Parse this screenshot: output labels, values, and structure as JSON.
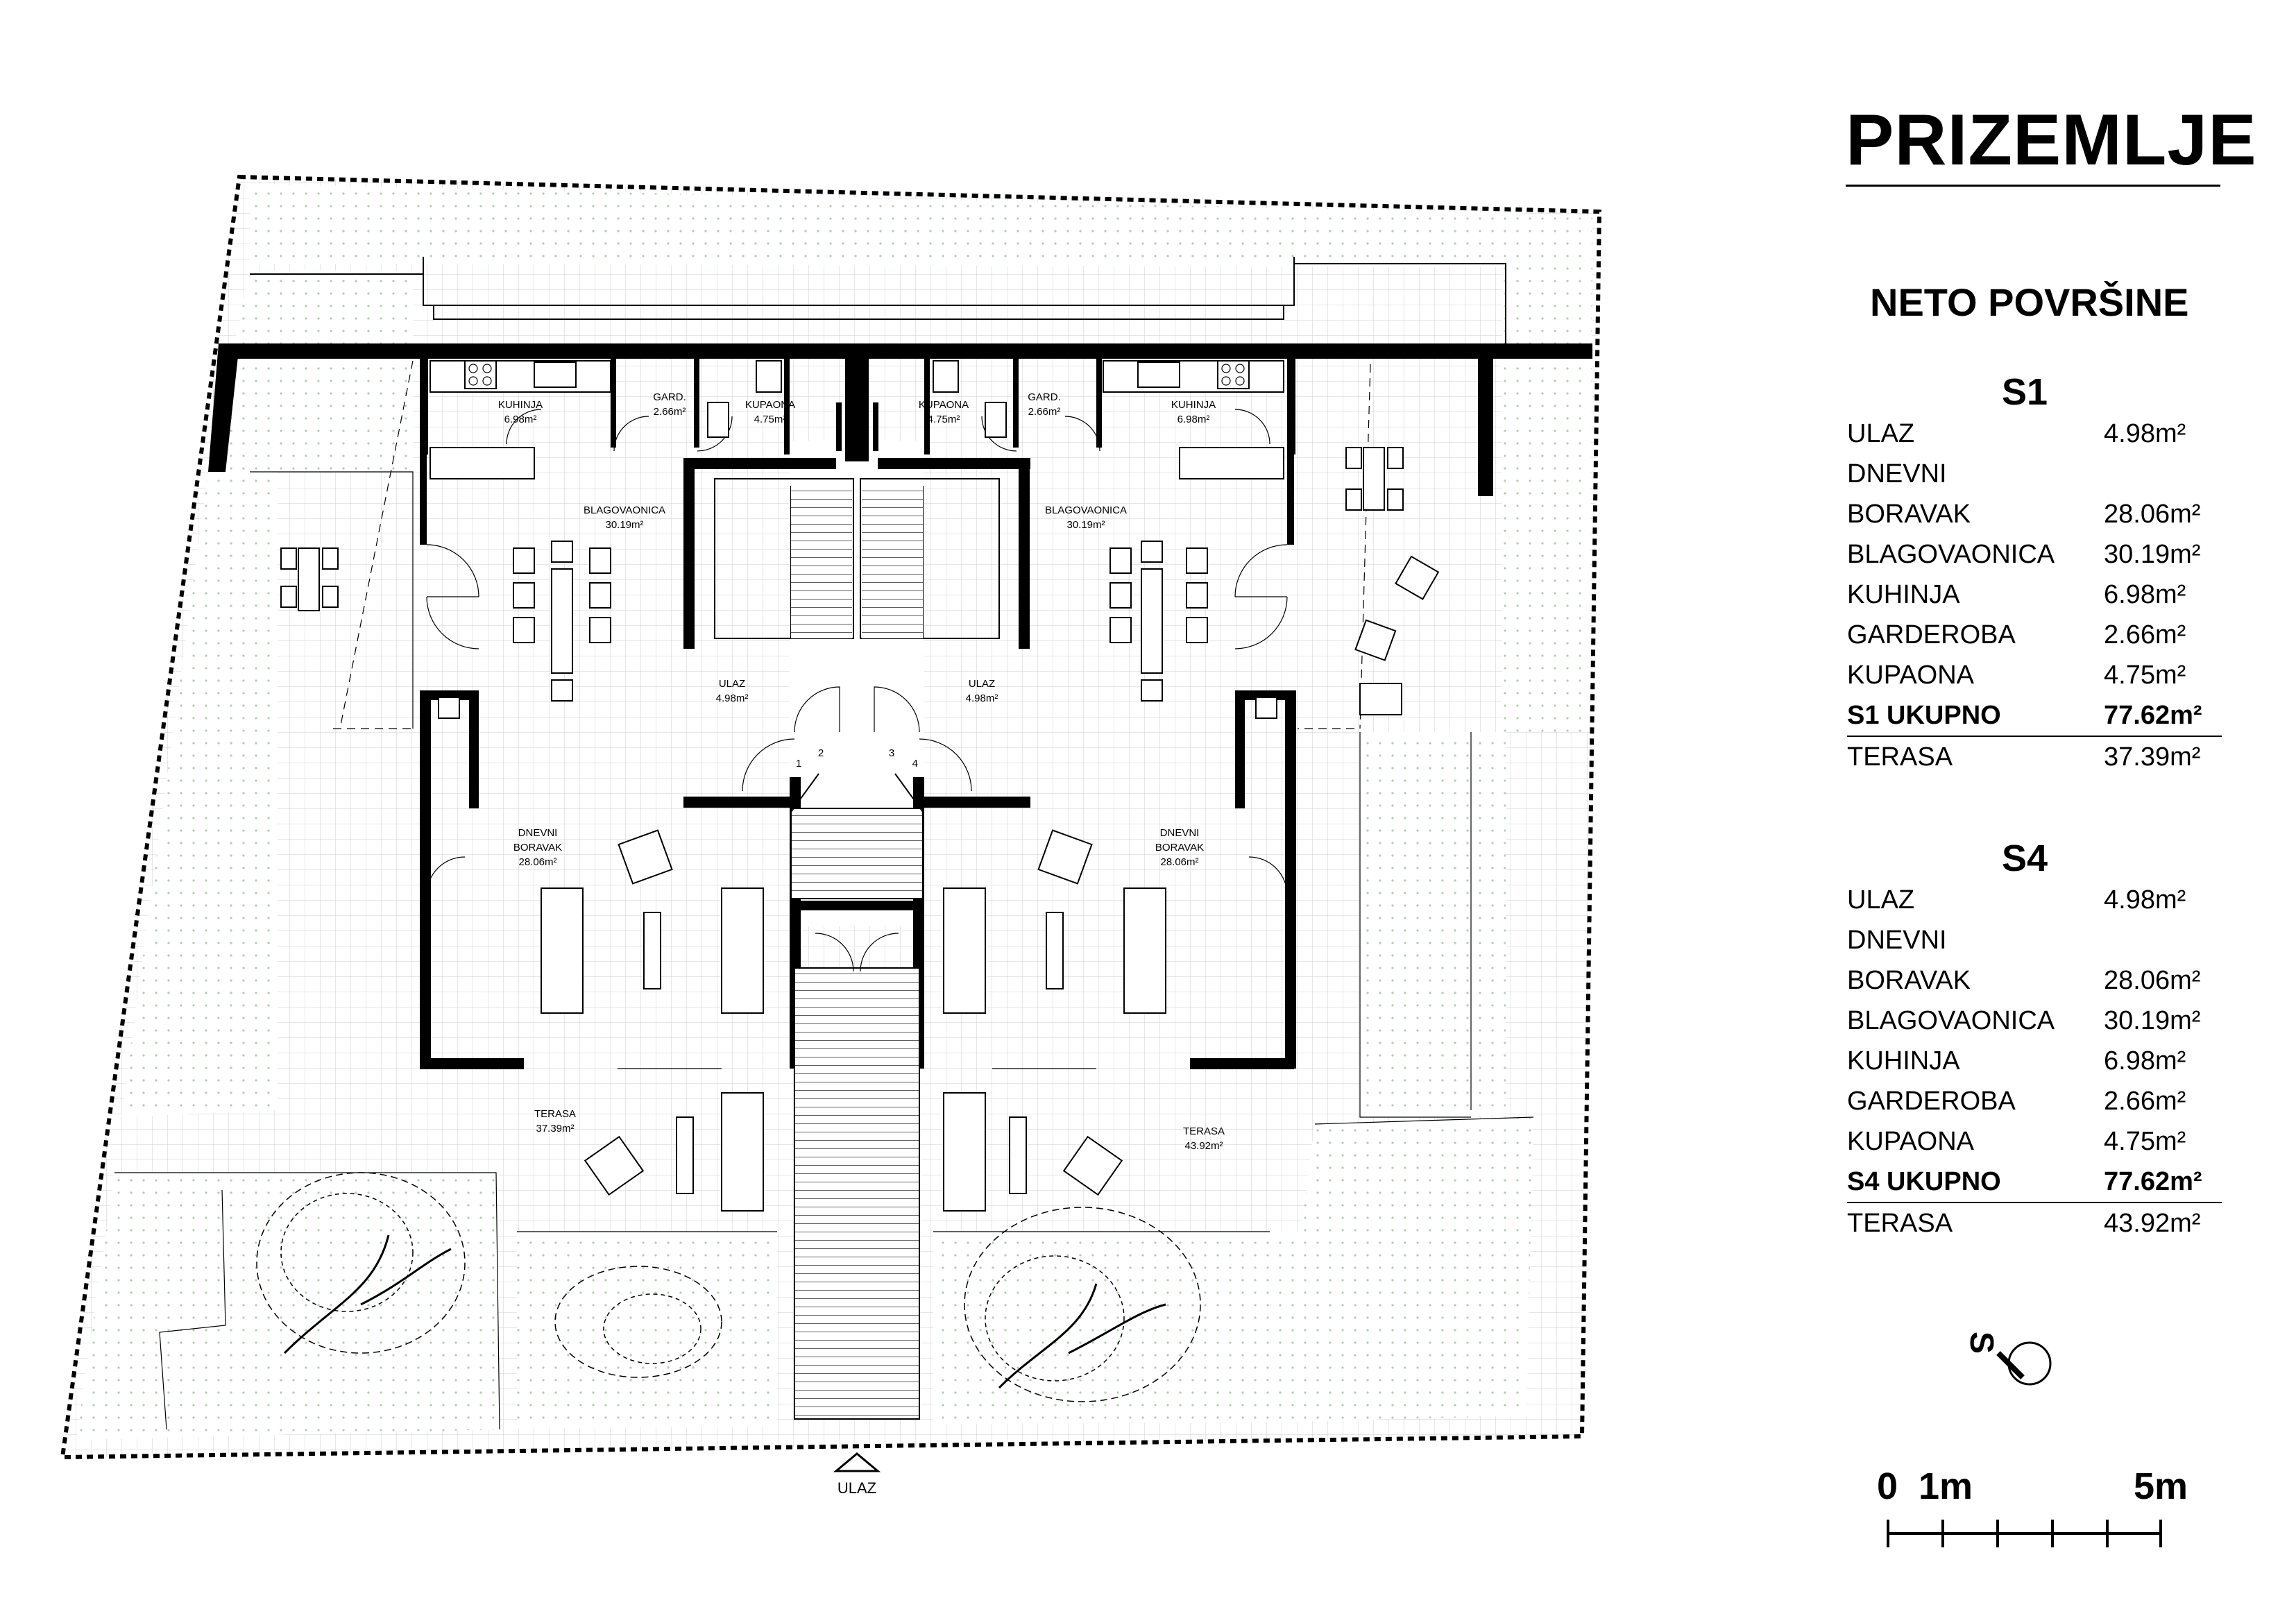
{
  "title": "PRIZEMLJE",
  "subtitle": "NETO POVRŠINE",
  "units": [
    {
      "name": "S1",
      "rows": [
        {
          "label": "ULAZ",
          "value": "4.98m²"
        },
        {
          "label": "DNEVNI",
          "value": ""
        },
        {
          "label": "BORAVAK",
          "value": "28.06m²"
        },
        {
          "label": "BLAGOVAONICA",
          "value": "30.19m²"
        },
        {
          "label": "KUHINJA",
          "value": "6.98m²"
        },
        {
          "label": "GARDEROBA",
          "value": "2.66m²"
        },
        {
          "label": "KUPAONA",
          "value": "4.75m²"
        }
      ],
      "total": {
        "label": "S1 UKUPNO",
        "value": "77.62m²"
      },
      "terrace": {
        "label": "TERASA",
        "value": "37.39m²"
      }
    },
    {
      "name": "S4",
      "rows": [
        {
          "label": "ULAZ",
          "value": "4.98m²"
        },
        {
          "label": "DNEVNI",
          "value": ""
        },
        {
          "label": "BORAVAK",
          "value": "28.06m²"
        },
        {
          "label": "BLAGOVAONICA",
          "value": "30.19m²"
        },
        {
          "label": "KUHINJA",
          "value": "6.98m²"
        },
        {
          "label": "GARDEROBA",
          "value": "2.66m²"
        },
        {
          "label": "KUPAONA",
          "value": "4.75m²"
        }
      ],
      "total": {
        "label": "S4 UKUPNO",
        "value": "77.62m²"
      },
      "terrace": {
        "label": "TERASA",
        "value": "43.92m²"
      }
    }
  ],
  "north_label": "S",
  "scale": {
    "zero": "0",
    "first": "1m",
    "last": "5m"
  },
  "plan": {
    "entrance": "ULAZ",
    "left": {
      "kitchen": {
        "name": "KUHINJA",
        "area": "6.98m²"
      },
      "wardrobe": {
        "name": "GARD.",
        "area": "2.66m²"
      },
      "bathroom": {
        "name": "KUPAONA",
        "area": "4.75m²"
      },
      "dining": {
        "name": "BLAGOVAONICA",
        "area": "30.19m²"
      },
      "entry": {
        "name": "ULAZ",
        "area": "4.98m²"
      },
      "living": {
        "name1": "DNEVNI",
        "name2": "BORAVAK",
        "area": "28.06m²"
      },
      "terrace": {
        "name": "TERASA",
        "area": "37.39m²"
      }
    },
    "right": {
      "kitchen": {
        "name": "KUHINJA",
        "area": "6.98m²"
      },
      "wardrobe": {
        "name": "GARD.",
        "area": "2.66m²"
      },
      "bathroom": {
        "name": "KUPAONA",
        "area": "4.75m²"
      },
      "dining": {
        "name": "BLAGOVAONICA",
        "area": "30.19m²"
      },
      "entry": {
        "name": "ULAZ",
        "area": "4.98m²"
      },
      "living": {
        "name1": "DNEVNI",
        "name2": "BORAVAK",
        "area": "28.06m²"
      },
      "terrace": {
        "name": "TERASA",
        "area": "43.92m²"
      }
    },
    "stair_numbers": [
      "1",
      "2",
      "3",
      "4"
    ]
  }
}
